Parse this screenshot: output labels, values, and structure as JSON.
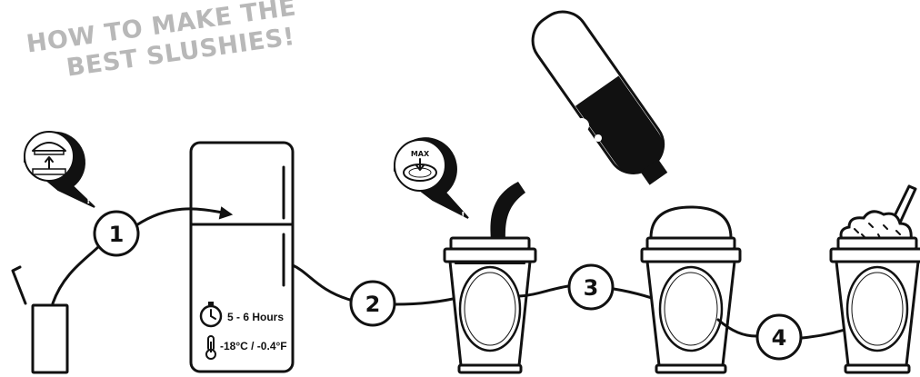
{
  "title": {
    "line1": "HOW TO MAKE THE",
    "line2": "BEST SLUSHIES!"
  },
  "steps": [
    "1",
    "2",
    "3",
    "4"
  ],
  "freezer": {
    "time_label": "5 - 6 Hours",
    "temp_label": "-18°C / -0.4°F"
  },
  "callouts": {
    "lid_alert": "!",
    "max_alert": "!",
    "max_label": "MAX"
  },
  "colors": {
    "ink": "#111111",
    "title": "#b8b8b8",
    "background": "#ffffff"
  }
}
